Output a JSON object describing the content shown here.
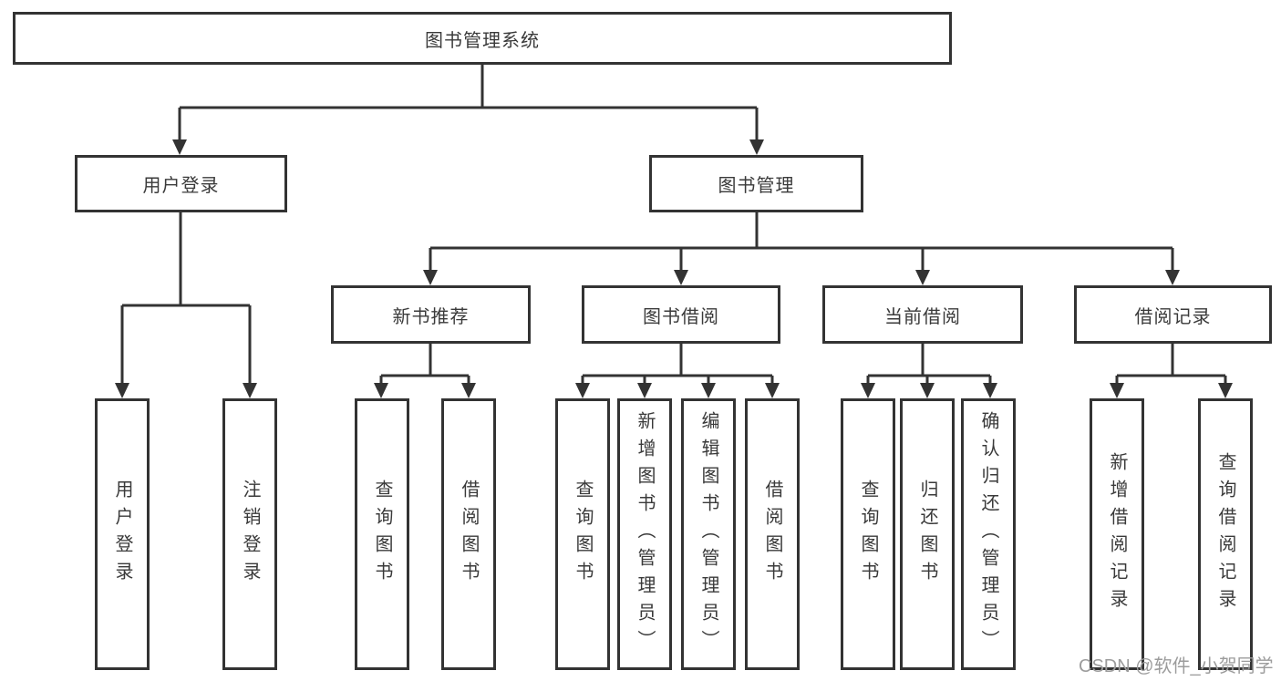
{
  "diagram": {
    "title": "图书管理系统",
    "level2": [
      "用户登录",
      "图书管理"
    ],
    "level3": [
      "新书推荐",
      "图书借阅",
      "当前借阅",
      "借阅记录"
    ],
    "leaves": [
      "用户登录",
      "注销登录",
      "查询图书",
      "借阅图书",
      "查询图书",
      "新增图书（管理员）",
      "编辑图书（管理员）",
      "借阅图书",
      "查询图书",
      "归还图书",
      "确认归还（管理员）",
      "新增借阅记录",
      "查询借阅记录"
    ],
    "watermark": "CSDN @软件_小贺同学",
    "colors": {
      "line": "#333333",
      "text": "#3a3a3a",
      "watermark": "#9c9c9c",
      "background": "#ffffff"
    }
  }
}
